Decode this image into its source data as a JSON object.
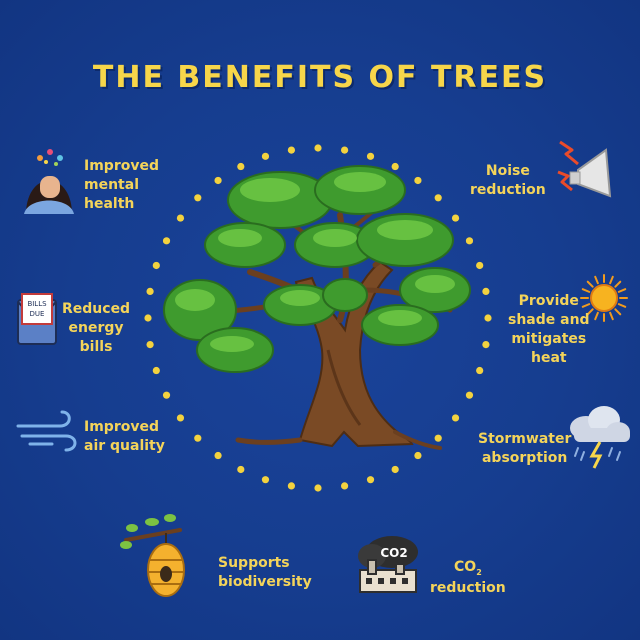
{
  "title": "THE BENEFITS OF TREES",
  "benefits": {
    "mental_health": [
      "Improved",
      "mental",
      "health"
    ],
    "energy_bills": [
      "Reduced",
      "energy",
      "bills"
    ],
    "air_quality": [
      "Improved",
      "air quality"
    ],
    "biodiversity": [
      "Supports",
      "biodiversity"
    ],
    "noise": [
      "Noise",
      "reduction"
    ],
    "shade": [
      "Provide",
      "shade and",
      "mitigates",
      "heat"
    ],
    "stormwater": [
      "Stormwater",
      "absorption"
    ],
    "co2": {
      "main": "CO",
      "sub": "2",
      "line2": "reduction"
    }
  },
  "icons": {
    "bills_text_1": "BILLS",
    "bills_text_2": "DUE",
    "co2_text": "CO2"
  },
  "colors": {
    "background": "#163d8f",
    "accent_yellow": "#f4d45a",
    "dot_yellow": "#f3d23f"
  }
}
